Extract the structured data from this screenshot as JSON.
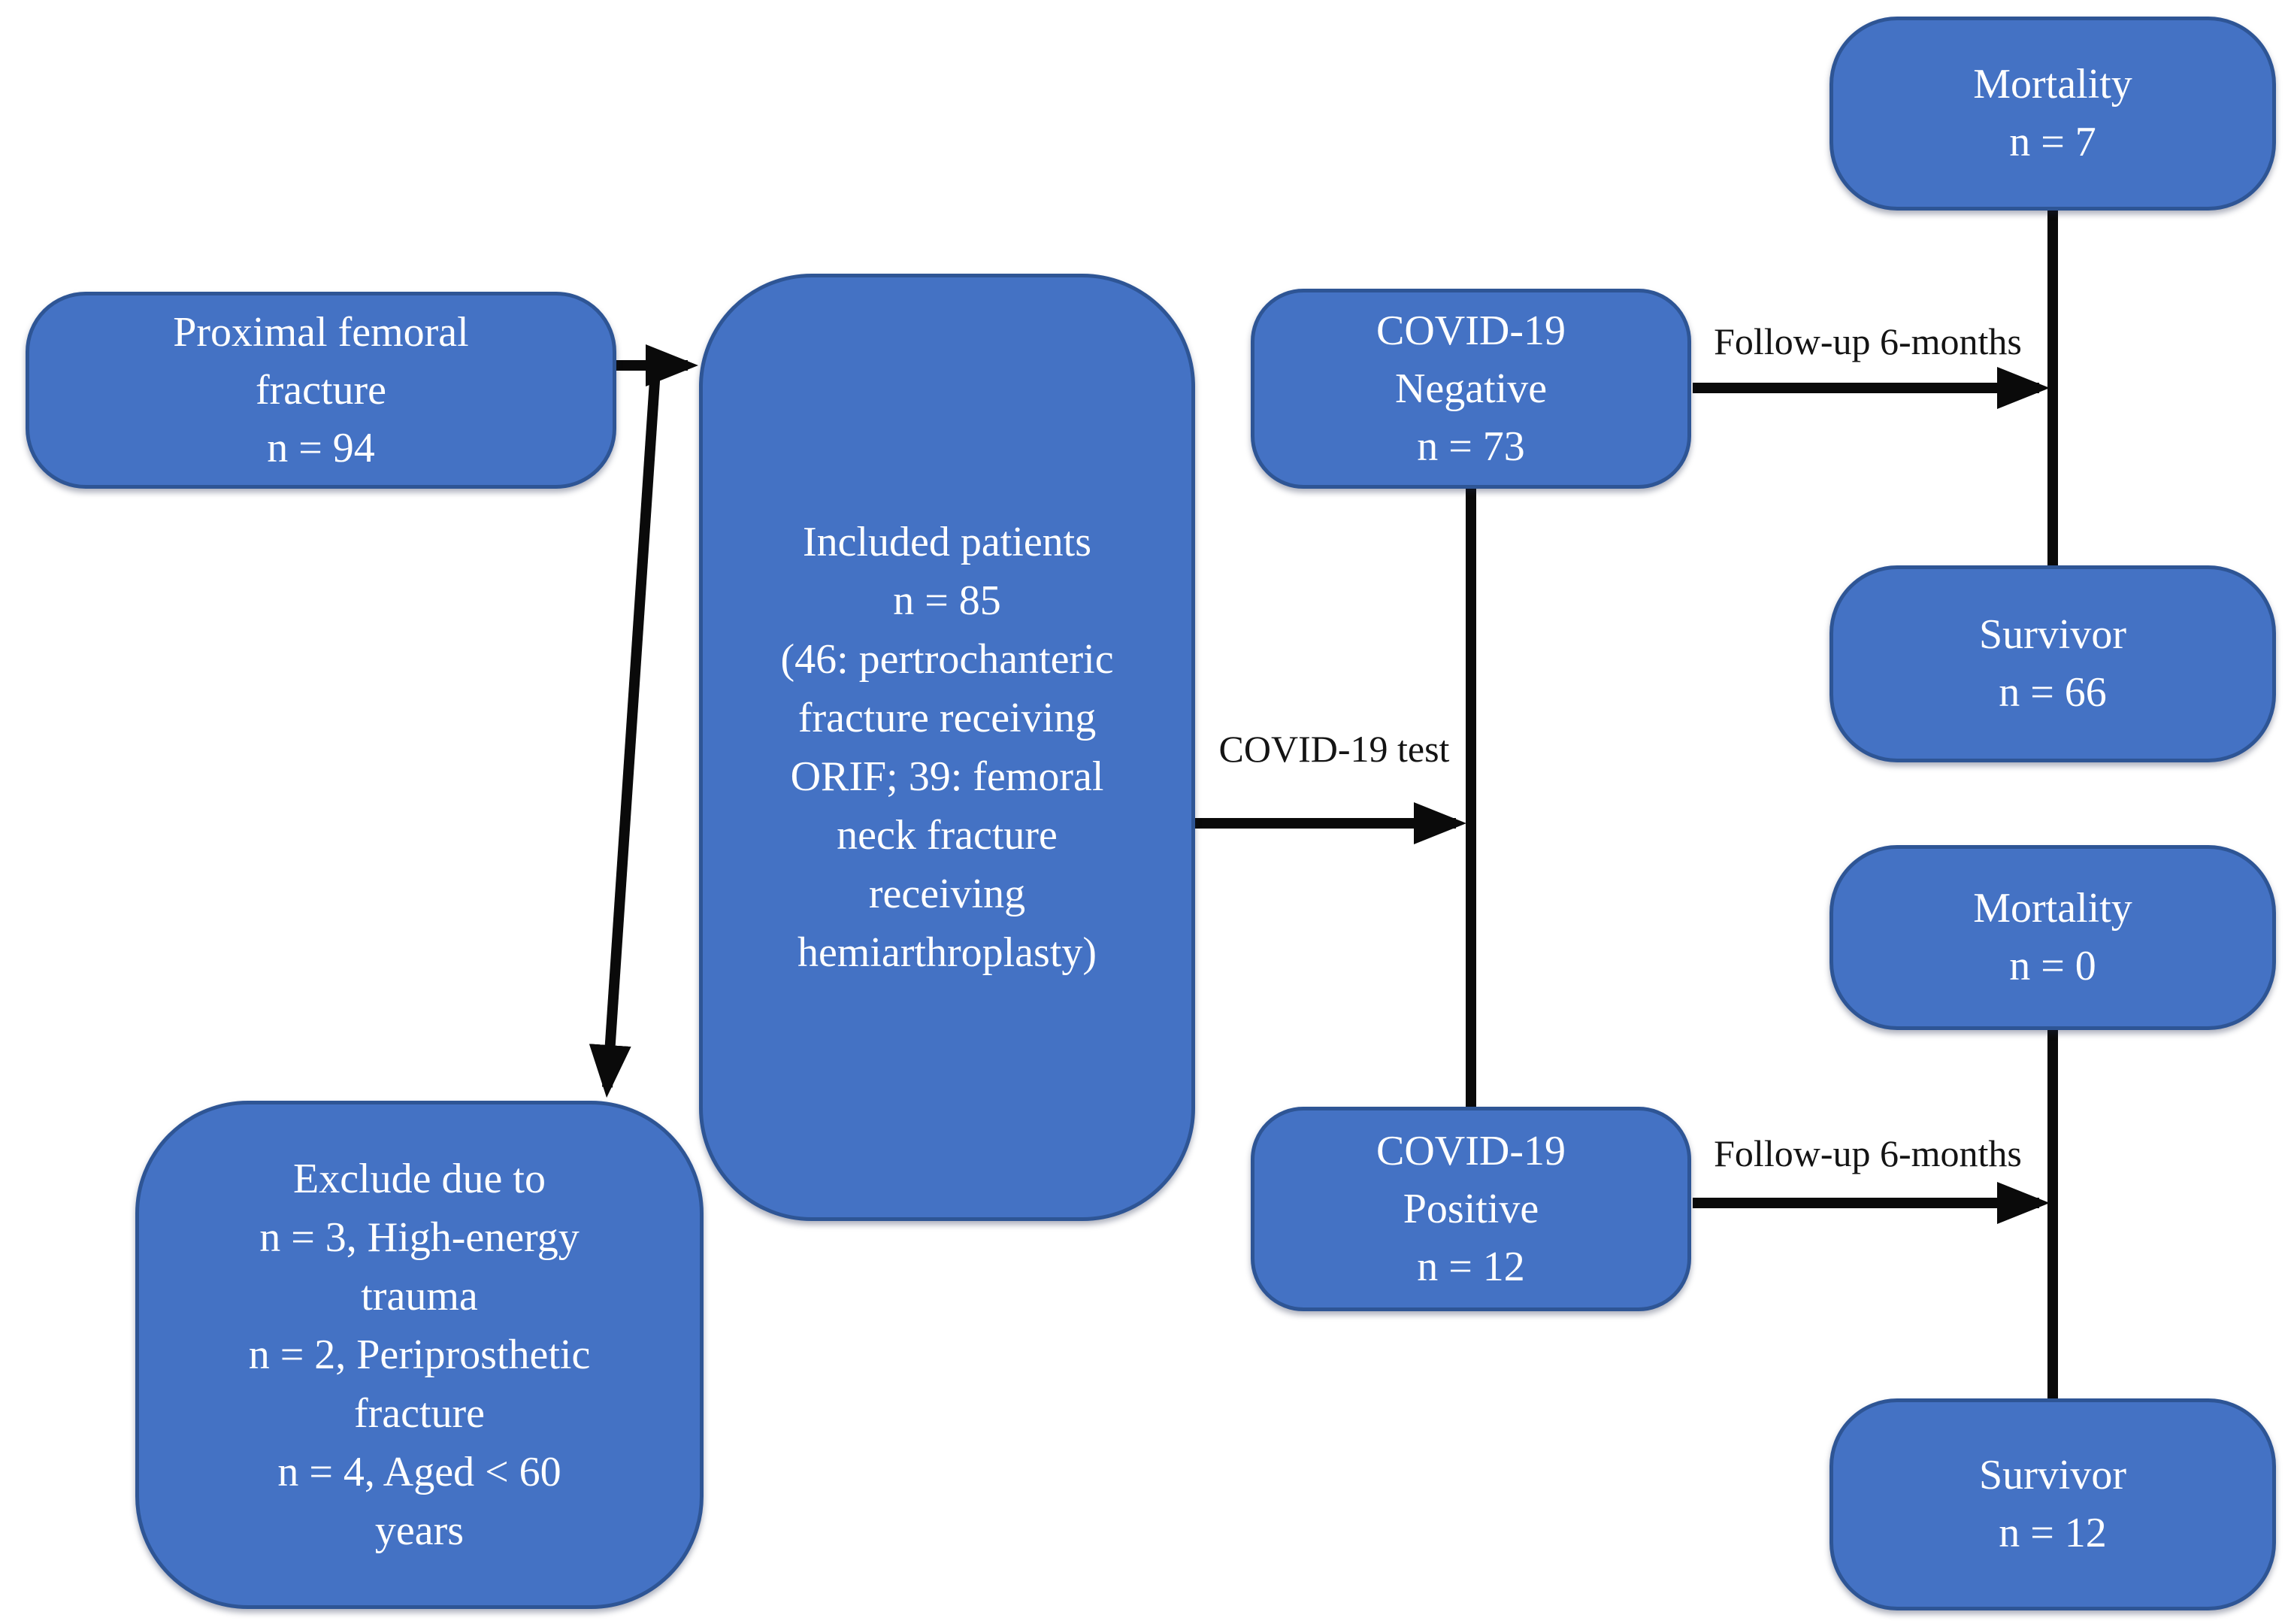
{
  "title": "Patient flow diagram: proximal femoral fracture and COVID-19 outcomes",
  "colors": {
    "box_fill": "#4472C4",
    "box_border": "#2E5595",
    "box_text": "#FFFFFF",
    "connector": "#0A0A0A",
    "label_text": "#141414",
    "background": "#FFFFFF"
  },
  "boxes": {
    "proximal": {
      "lines": [
        "Proximal femoral",
        "fracture",
        "n = 94"
      ]
    },
    "included": {
      "lines": [
        "Included patients",
        "n = 85",
        "(46: pertrochanteric",
        "fracture receiving",
        "ORIF; 39: femoral",
        "neck fracture",
        "receiving",
        "hemiarthroplasty)"
      ]
    },
    "exclude": {
      "lines": [
        "Exclude due to",
        "n = 3, High-energy",
        "trauma",
        "n = 2, Periprosthetic",
        "fracture",
        "n = 4, Aged < 60",
        "years"
      ]
    },
    "covid_negative": {
      "lines": [
        "COVID-19",
        "Negative",
        "n = 73"
      ]
    },
    "covid_positive": {
      "lines": [
        "COVID-19",
        "Positive",
        "n = 12"
      ]
    },
    "mortality_negative": {
      "lines": [
        "Mortality",
        "n = 7"
      ]
    },
    "survivor_negative": {
      "lines": [
        "Survivor",
        "n = 66"
      ]
    },
    "mortality_positive": {
      "lines": [
        "Mortality",
        "n = 0"
      ]
    },
    "survivor_positive": {
      "lines": [
        "Survivor",
        "n = 12"
      ]
    }
  },
  "edge_labels": {
    "covid_test": "COVID-19 test",
    "follow_up_top": "Follow-up 6-months",
    "follow_up_bottom": "Follow-up 6-months"
  }
}
